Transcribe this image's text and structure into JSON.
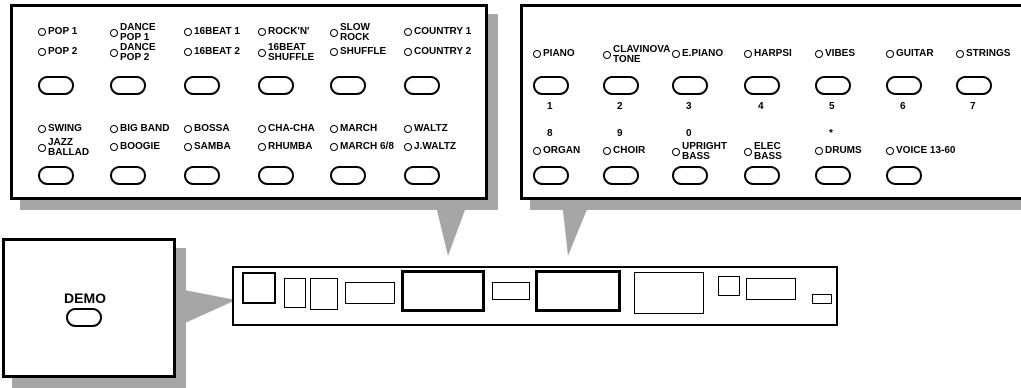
{
  "style_panel": {
    "rows": [
      [
        "POP 1",
        "DANCE\nPOP 1",
        "16BEAT 1",
        "ROCK'N'",
        "SLOW\nROCK",
        "COUNTRY 1"
      ],
      [
        "POP 2",
        "DANCE\nPOP 2",
        "16BEAT 2",
        "16BEAT\nSHUFFLE",
        "SHUFFLE",
        "COUNTRY 2"
      ],
      [
        "SWING",
        "BIG BAND",
        "BOSSA",
        "CHA-CHA",
        "MARCH",
        "WALTZ"
      ],
      [
        "JAZZ\nBALLAD",
        "BOOGIE",
        "SAMBA",
        "RHUMBA",
        "MARCH 6/8",
        "J.WALTZ"
      ]
    ]
  },
  "voice_panel": {
    "top_labels": [
      "PIANO",
      "CLAVINOVA\nTONE",
      "E.PIANO",
      "HARPSI",
      "VIBES",
      "GUITAR",
      "STRINGS"
    ],
    "top_numbers": [
      "1",
      "2",
      "3",
      "4",
      "5",
      "6",
      "7"
    ],
    "bottom_numbers": [
      "8",
      "9",
      "0",
      "",
      "*",
      "",
      ""
    ],
    "bottom_labels": [
      "ORGAN",
      "CHOIR",
      "UPRIGHT\nBASS",
      "ELEC\nBASS",
      "DRUMS",
      "VOICE 13-60"
    ]
  },
  "demo_panel": {
    "label": "DEMO"
  },
  "colors": {
    "border": "#000000",
    "shadow": "#a6a6a6",
    "background": "#ffffff"
  }
}
